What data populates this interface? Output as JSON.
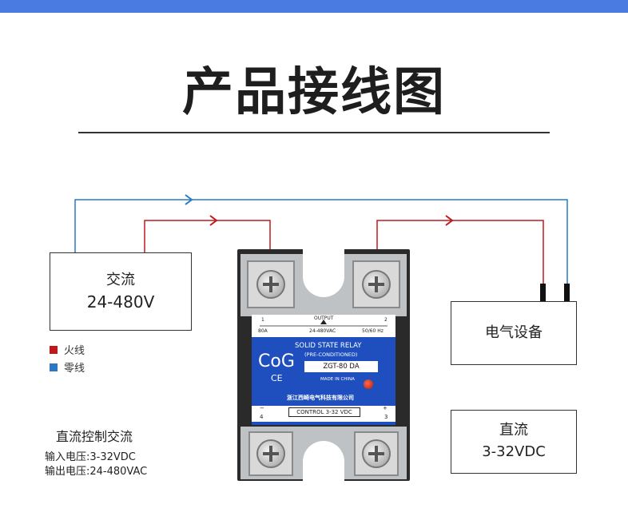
{
  "title": "产品接线图",
  "colors": {
    "topbar": "#4a7be0",
    "live": "#c0191c",
    "neutral": "#2b78c3",
    "panel": "#1f4fbf"
  },
  "ac_source": {
    "line1": "交流",
    "line2": "24-480V"
  },
  "legend": [
    {
      "label": "火线",
      "color": "#c0191c"
    },
    {
      "label": "零线",
      "color": "#2b78c3"
    }
  ],
  "notes": {
    "heading": "直流控制交流",
    "input": "输入电压:3-32VDC",
    "output": "输出电压:24-480VAC"
  },
  "load": {
    "label": "电气设备"
  },
  "dc_source": {
    "line1": "直流",
    "line2": "3-32VDC"
  },
  "relay": {
    "output_label": "OUTPUT",
    "t1": "1",
    "t1_rating": "80A",
    "voltage": "24-480VAC",
    "t2": "2",
    "frequency": "50/60 Hz",
    "brand": "CoG",
    "ce": "CE",
    "name": "SOLID STATE RELAY",
    "subname": "(PRE-CONDITIONED)",
    "model": "ZGT-80 DA",
    "origin": "MADE IN CHINA",
    "maker": "浙江西崎电气科技有限公司",
    "control_label": "CONTROL 3-32 VDC",
    "minus": "−",
    "plus": "+",
    "t4": "4",
    "t3": "3"
  }
}
